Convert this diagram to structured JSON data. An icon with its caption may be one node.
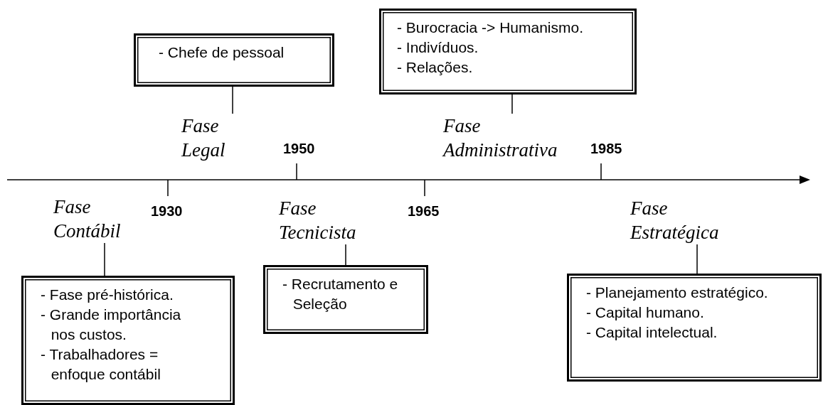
{
  "diagram": {
    "nodes": [
      {
        "text": [
          "- Chefe de pessoal"
        ]
      },
      {
        "text": [
          "- Burocracia -> Humanismo.",
          "- Indivíduos.",
          "- Relações."
        ]
      },
      {
        "text": [
          "Fase Legal"
        ]
      },
      {
        "text": [
          "Fase Administrativa"
        ]
      },
      {
        "text": [
          "Fase Contábil"
        ]
      },
      {
        "text": [
          "Fase Tecnicista"
        ]
      },
      {
        "text": [
          "Fase Estratégica"
        ]
      },
      {
        "text": [
          "- Fase pré-histórica.",
          "- Grande importância nos custos.",
          "- Trabalhadores = enfoque contábil"
        ]
      },
      {
        "text": [
          "- Recrutamento e Seleção"
        ]
      },
      {
        "text": [
          "- Planejamento estratégico.",
          "- Capital humano.",
          "- Capital intelectual."
        ]
      }
    ],
    "edges": [
      {
        "from": 0,
        "to": 2,
        "arrow": "none"
      },
      {
        "from": 1,
        "to": 3,
        "arrow": "none"
      },
      {
        "from": 4,
        "to": 7,
        "arrow": "none"
      },
      {
        "from": 5,
        "to": 8,
        "arrow": "none"
      },
      {
        "from": 6,
        "to": 9,
        "arrow": "none"
      }
    ],
    "labels": [
      "1950",
      "1985",
      "1930",
      "1965"
    ]
  }
}
